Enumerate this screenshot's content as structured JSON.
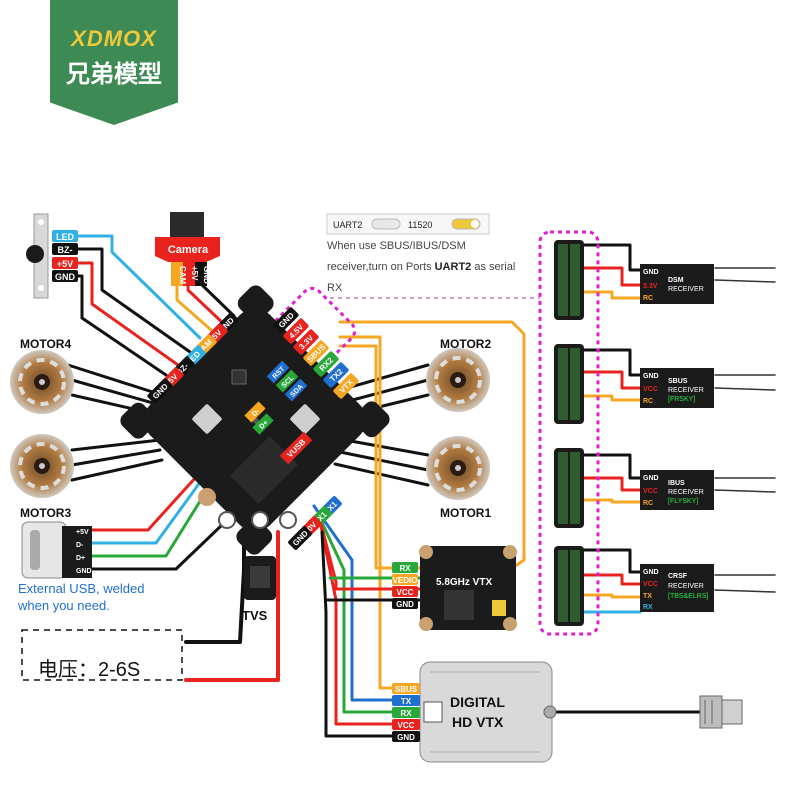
{
  "logo": {
    "brand": "XDMOX",
    "chinese_name": "兄弟模型"
  },
  "uart_switch": {
    "label": "UART2",
    "value": "11520"
  },
  "note": {
    "text": "When use SBUS/IBUS/DSM receiver,turn on Ports ",
    "bold": "UART2",
    "tail": " as serial RX"
  },
  "peripherals_left": {
    "led_labels": [
      "LED",
      "BZ-",
      "+5V",
      "GND"
    ],
    "camera_title": "Camera",
    "camera_pins": [
      "CAM",
      "+5V",
      "GND"
    ]
  },
  "motors": {
    "m1": "MOTOR1",
    "m2": "MOTOR2",
    "m3": "MOTOR3",
    "m4": "MOTOR4"
  },
  "board_pads": {
    "top_left": [
      "GND",
      "+5V",
      "CAM",
      "LED",
      "BZ-",
      "+5V",
      "GND"
    ],
    "top_right": [
      "GND",
      "4.5V",
      "3.3V",
      "SBUS",
      "RX2",
      "TX2",
      "VTX"
    ],
    "center_small": [
      "RST",
      "SCL",
      "SDA"
    ],
    "dplus_dminus": [
      "D-",
      "D+"
    ],
    "vusb": "VUSB",
    "bottom_right": [
      "RX1",
      "TX1",
      "10V",
      "GND"
    ]
  },
  "usb": {
    "pins": [
      "+5V",
      "D-",
      "D+",
      "GND"
    ],
    "caption_line1": "External USB, welded",
    "caption_line2": "when you need."
  },
  "tvs_label": "TVS",
  "voltage_label": "电压：2-6S",
  "analog_vtx": {
    "title": "5.8GHz VTX",
    "pins": [
      "RX",
      "VEDIO",
      "VCC",
      "GND"
    ]
  },
  "digital_vtx": {
    "title_line1": "DIGITAL",
    "title_line2": "HD VTX",
    "pins": [
      "SBUS",
      "TX",
      "RX",
      "VCC",
      "GND"
    ]
  },
  "receivers": [
    {
      "name": "DSM",
      "subtitle": "RECEIVER",
      "tag": "",
      "pins": [
        "GND",
        "3.3V",
        "RC"
      ]
    },
    {
      "name": "SBUS",
      "subtitle": "RECEIVER",
      "tag": "[FRSKY]",
      "pins": [
        "GND",
        "VCC",
        "RC"
      ]
    },
    {
      "name": "IBUS",
      "subtitle": "RECEIVER",
      "tag": "[FLYSKY]",
      "pins": [
        "GND",
        "VCC",
        "RC"
      ]
    },
    {
      "name": "CRSF",
      "subtitle": "RECEIVER",
      "tag": "[TBS&ELRS]",
      "pins": [
        "GND",
        "VCC",
        "TX",
        "RX"
      ]
    }
  ],
  "colors": {
    "gnd": "#111111",
    "vcc": "#e8231e",
    "signal": "#f5a623",
    "led": "#31b0e6",
    "green": "#29a83a",
    "blue": "#1f6fd1",
    "magenta": "#e020d0"
  }
}
